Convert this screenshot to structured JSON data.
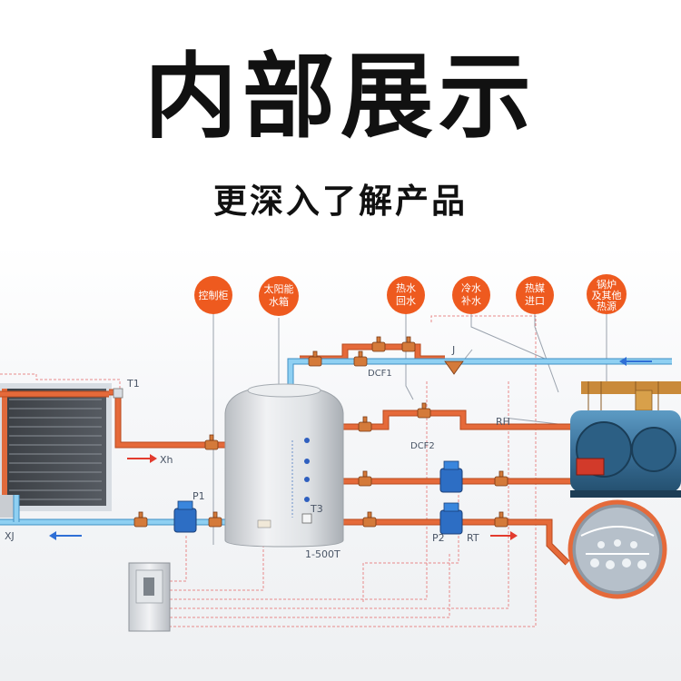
{
  "header": {
    "title": "内部展示",
    "subtitle": "更深入了解产品"
  },
  "callouts": [
    {
      "line1": "控制柜",
      "line2": ""
    },
    {
      "line1": "太阳能",
      "line2": "水箱"
    },
    {
      "line1": "热水",
      "line2": "回水"
    },
    {
      "line1": "冷水",
      "line2": "补水"
    },
    {
      "line1": "热媒",
      "line2": "进口"
    },
    {
      "line1": "锅炉",
      "line2": "及其他",
      "line3": "热源"
    }
  ],
  "labels": {
    "t1": "T1",
    "xh": "Xh",
    "xj": "XJ",
    "p1": "P1",
    "t3": "T3",
    "tank": "1-500T",
    "dcf1": "DCF1",
    "dcf2": "DCF2",
    "j": "J",
    "rh": "RH",
    "p2": "P2",
    "rt": "RT"
  },
  "colors": {
    "callout": "#ee5a1f",
    "hot_pipe": "#e56a3a",
    "cold_pipe": "#6fbfe8",
    "pipe_outline": "#b94a1e",
    "control_wire": "#e88a8a",
    "flow_arrow_red": "#e23b2e",
    "flow_arrow_blue": "#2f6fd6",
    "tank": "#dcdfe3",
    "boiler": "#3f7ea6"
  }
}
